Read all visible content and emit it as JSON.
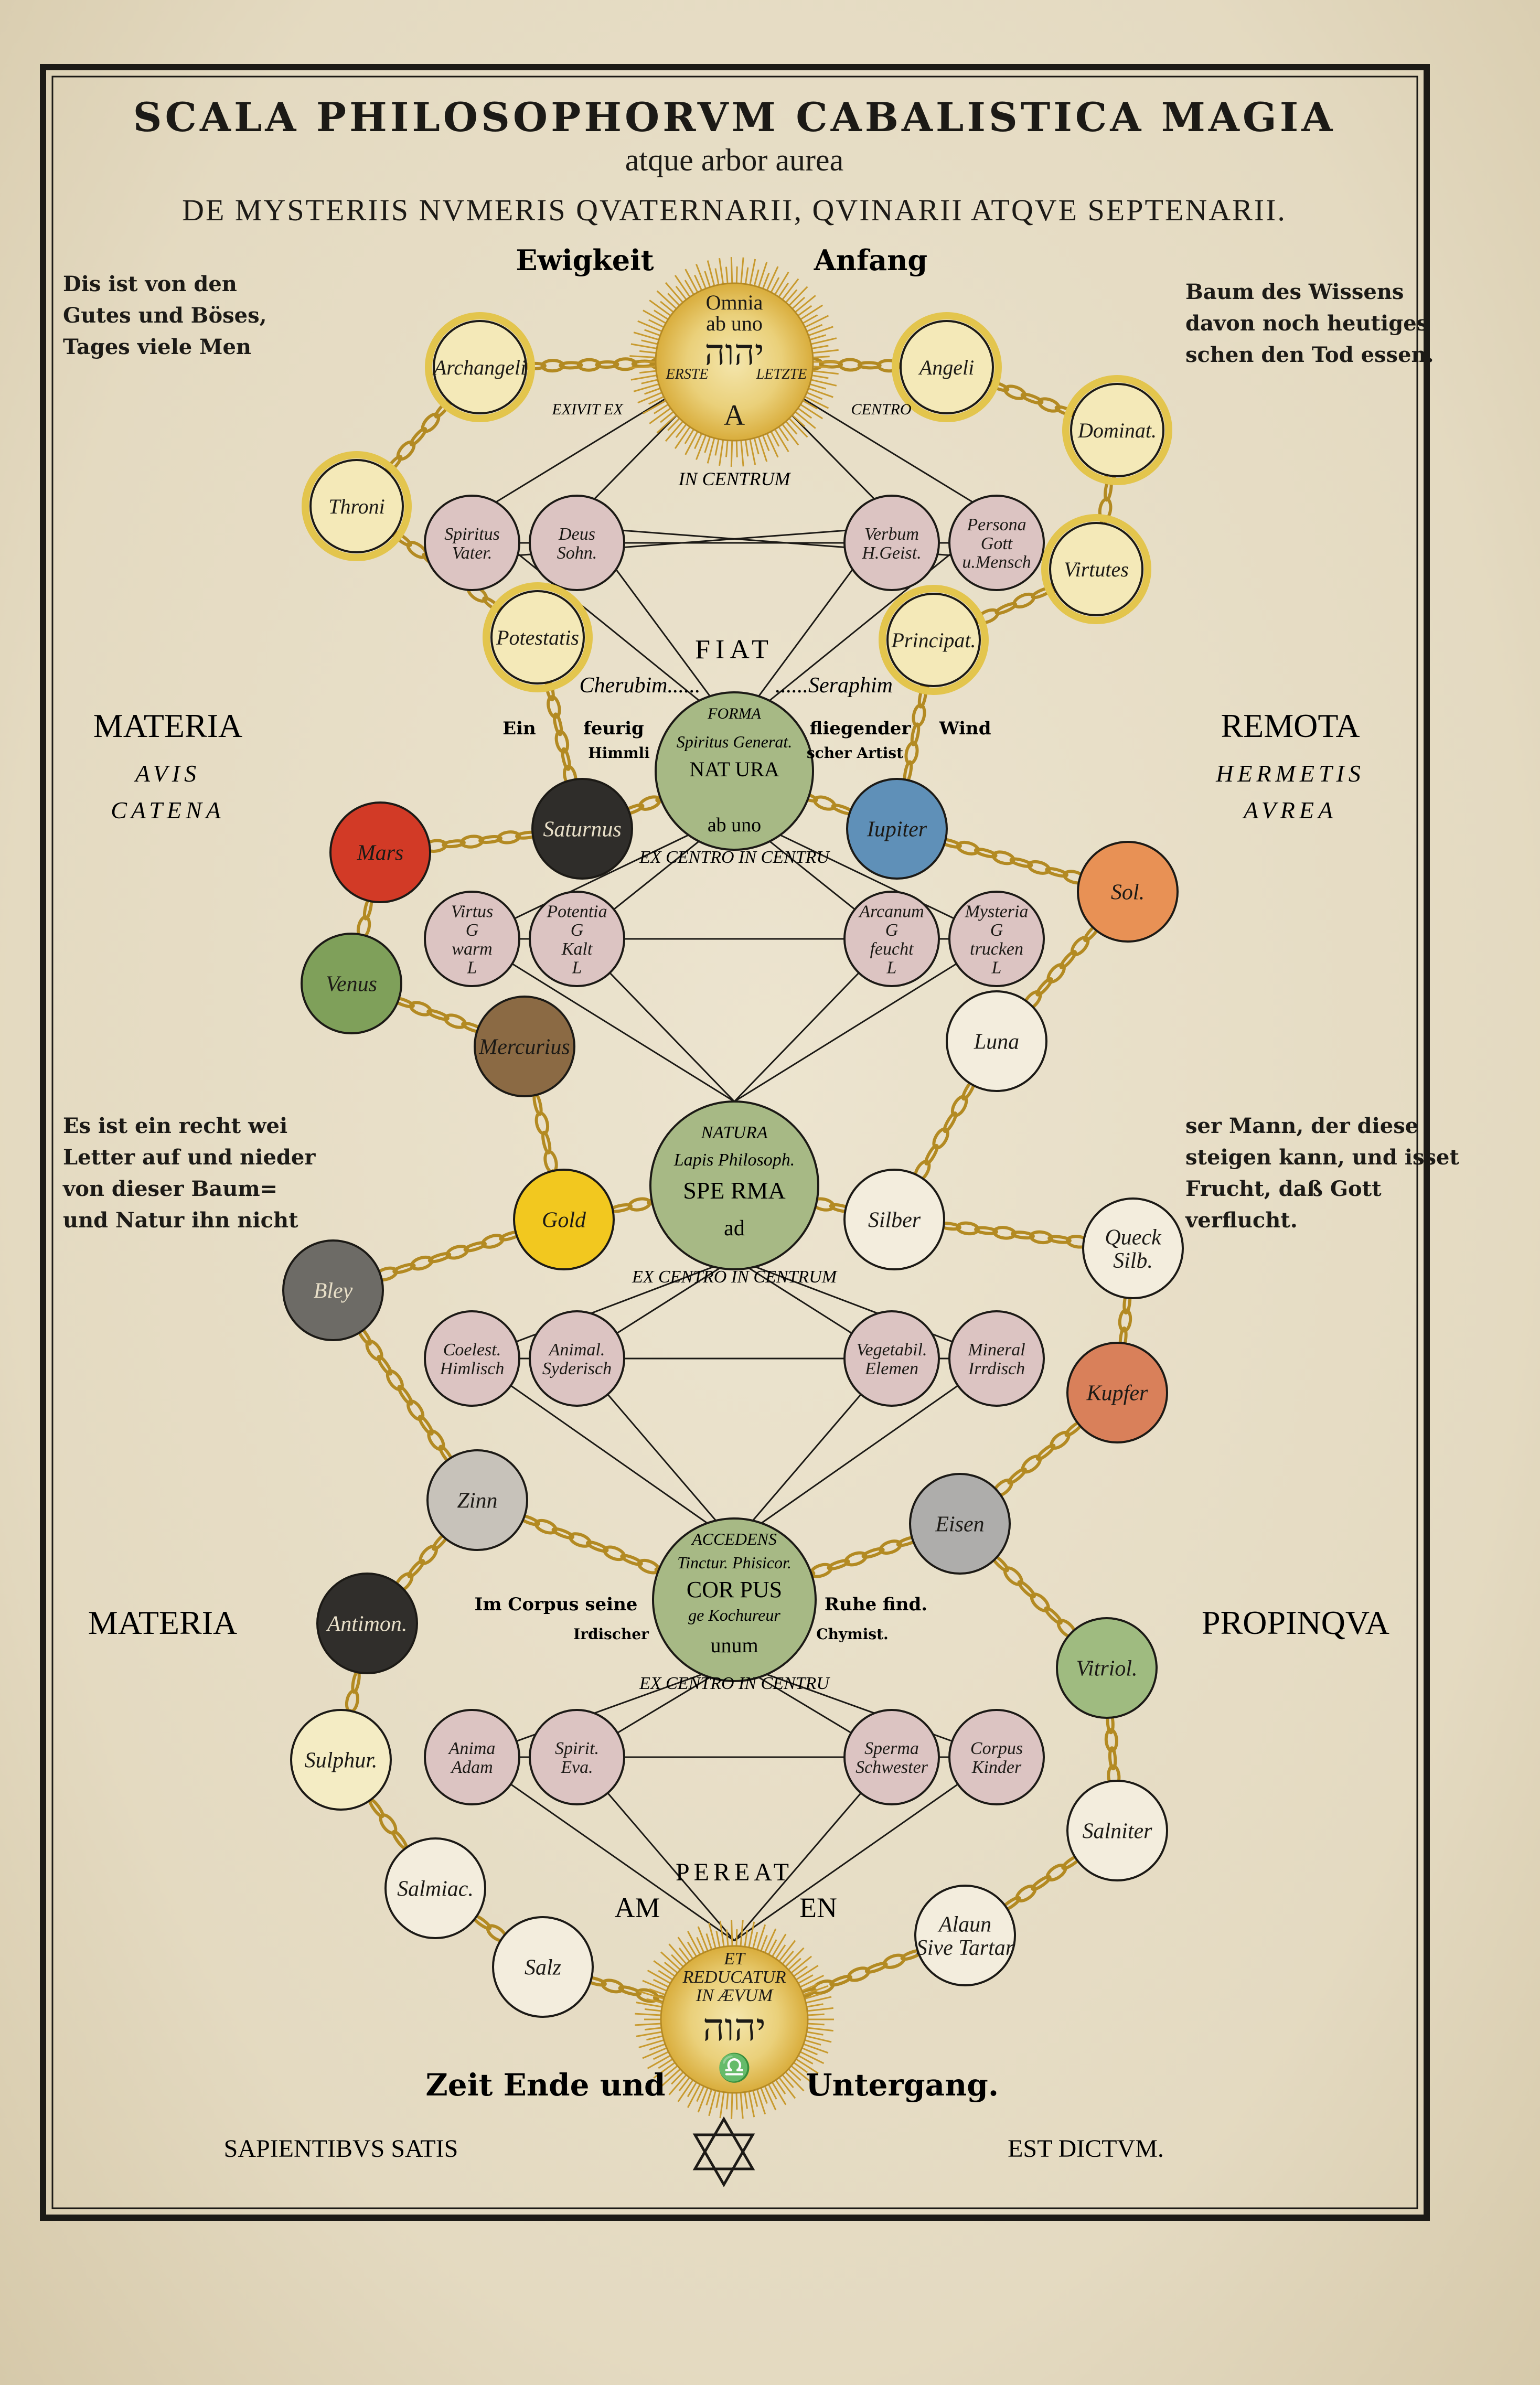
{
  "title": {
    "line1": "SCALA PHILOSOPHORVM CABALISTICA MAGIA",
    "line2": "atque arbor aurea",
    "line3": "DE MYSTERIIS NVMERIS QVATERNARII, QVINARII ATQVE SEPTENARII."
  },
  "top_labels": {
    "left": "Ewigkeit",
    "right": "Anfang"
  },
  "side_text": {
    "top_left": [
      "Dis ist von den",
      "Gutes und Böses,",
      "Tages viele Men"
    ],
    "top_right": [
      "Baum des Wissens",
      "davon noch heutiges",
      "schen den Tod essen."
    ],
    "mid_left": [
      "Es ist ein recht wei",
      "Letter auf und nieder",
      "von dieser Baum=",
      "und Natur ihn nicht"
    ],
    "mid_right": [
      "ser Mann, der diese",
      "steigen kann, und isset",
      "Frucht, daß Gott",
      "verflucht."
    ]
  },
  "margin_labels": {
    "materia_1": "MATERIA",
    "avis_catena": [
      "AVIS",
      "CATENA"
    ],
    "remota": "REMOTA",
    "hermetis_aurea": [
      "HERMETIS",
      "AVREA"
    ],
    "materia_2": "MATERIA",
    "propinqua": "PROPINQVA"
  },
  "sun_top": {
    "lines": [
      "Omnia",
      "ab uno"
    ],
    "hebrew": "יהוה",
    "left": "ERSTE",
    "right": "LETZTE",
    "letter": "A"
  },
  "sun_bottom": {
    "lines": [
      "ET",
      "REDUCATUR",
      "IN ÆVUM"
    ],
    "hebrew": "יהוה",
    "glyph": "♎"
  },
  "inscriptions": {
    "exivit": "EXIVIT EX",
    "centro": "CENTRO",
    "in_centrum": "IN CENTRUM",
    "fiat": "FIAT",
    "cherubim": "Cherubim......",
    "seraphim": "......Seraphim",
    "ein": "Ein",
    "feurig": "feurig",
    "himmli": "Himmli",
    "fliegender": "fliegender",
    "scher_artist": "scher Artist",
    "wind": "Wind",
    "excentro_1": "EX CENTRO IN CENTRU",
    "excentro_2": "EX CENTRO IN CENTRUM",
    "im_corpus": "Im Corpus seine",
    "irdischer": "Irdischer",
    "ruhe": "Ruhe find.",
    "chymist": "Chymist.",
    "excentro_3": "EX CENTRO IN CENTRU",
    "pereat": "PEREAT",
    "amen_am": "AM",
    "amen_en": "EN",
    "zeit": "Zeit Ende und",
    "untergang": "Untergang.",
    "sapientibus": "SAPIENTIBVS SATIS",
    "est_dictum": "EST DICTVM."
  },
  "center_circles": {
    "forma": [
      "FORMA",
      "Spiritus Generat.",
      "NAT URA",
      "ab uno"
    ],
    "natura": [
      "NATURA",
      "Lapis Philosoph.",
      "SPE RMA",
      "ad"
    ],
    "accedens": [
      "ACCEDENS",
      "Tinctur. Phisicor.",
      "COR PUS",
      "ge Kochureur",
      "unum"
    ]
  },
  "rank_circles": [
    {
      "label": "Archangeli",
      "color": "#f4e9b8"
    },
    {
      "label": "Angeli",
      "color": "#f4e9b8"
    },
    {
      "label": "Throni",
      "color": "#f4e9b8"
    },
    {
      "label": "Dominat.",
      "color": "#f4e9b8"
    },
    {
      "label": "Virtutes",
      "color": "#f4e9b8"
    },
    {
      "label": "Potestatis",
      "color": "#f4e9b8"
    },
    {
      "label": "Principat.",
      "color": "#f4e9b8"
    }
  ],
  "planet_circles": [
    {
      "label": "Mars",
      "color": "#d23a26"
    },
    {
      "label": "Saturnus",
      "color": "#2f2d2a"
    },
    {
      "label": "Iupiter",
      "color": "#5f90b8"
    },
    {
      "label": "Sol.",
      "color": "#e89155"
    },
    {
      "label": "Venus",
      "color": "#7fa05a"
    },
    {
      "label": "Mercurius",
      "color": "#8b6a44"
    },
    {
      "label": "Luna",
      "color": "#f3eddd"
    },
    {
      "label": "Gold",
      "color": "#f2c81f"
    },
    {
      "label": "Silber",
      "color": "#f3eddd"
    },
    {
      "label": "Bley",
      "color": "#6d6b66"
    },
    {
      "label": "Queck Silb.",
      "color": "#f3eddd"
    },
    {
      "label": "Kupfer",
      "color": "#d9805a"
    },
    {
      "label": "Zinn",
      "color": "#c7c2ba"
    },
    {
      "label": "Eisen",
      "color": "#aeadab"
    },
    {
      "label": "Antimon.",
      "color": "#302e2b"
    },
    {
      "label": "Vitriol.",
      "color": "#9fbb80"
    },
    {
      "label": "Sulphur.",
      "color": "#f4ecc4"
    },
    {
      "label": "Salniter",
      "color": "#f3eddd"
    },
    {
      "label": "Salmiac.",
      "color": "#f3eddd"
    },
    {
      "label": "Alaun Sive Tartar",
      "color": "#f3eddd"
    },
    {
      "label": "Salz",
      "color": "#f3eddd"
    }
  ],
  "pink_circles": {
    "row1": [
      [
        "Spiritus",
        "Vater."
      ],
      [
        "Deus",
        "Sohn."
      ],
      [
        "Verbum",
        "H.Geist."
      ],
      [
        "Persona",
        "Gott",
        "u.Mensch"
      ]
    ],
    "row2": [
      [
        "Virtus",
        "G",
        "warm",
        "L"
      ],
      [
        "Potentia",
        "G",
        "Kalt",
        "L"
      ],
      [
        "Arcanum",
        "G",
        "feucht",
        "L"
      ],
      [
        "Mysteria",
        "G",
        "trucken",
        "L"
      ]
    ],
    "row3": [
      [
        "Coelest.",
        "Himlisch"
      ],
      [
        "Animal.",
        "Syderisch"
      ],
      [
        "Vegetabil.",
        "Elemen"
      ],
      [
        "Mineral",
        "Irrdisch"
      ]
    ],
    "row4": [
      [
        "Anima",
        "Adam"
      ],
      [
        "Spirit.",
        "Eva."
      ],
      [
        "Sperma",
        "Schwester"
      ],
      [
        "Corpus",
        "Kinder"
      ]
    ]
  },
  "colors": {
    "paper": "#ece4cf",
    "ink": "#1c1a16",
    "chain": "#c9a23a",
    "sun": "#e8c24a",
    "green": "#a7b985",
    "pink": "#dcc4c2"
  },
  "icons": [
    "star-of-david-icon"
  ]
}
